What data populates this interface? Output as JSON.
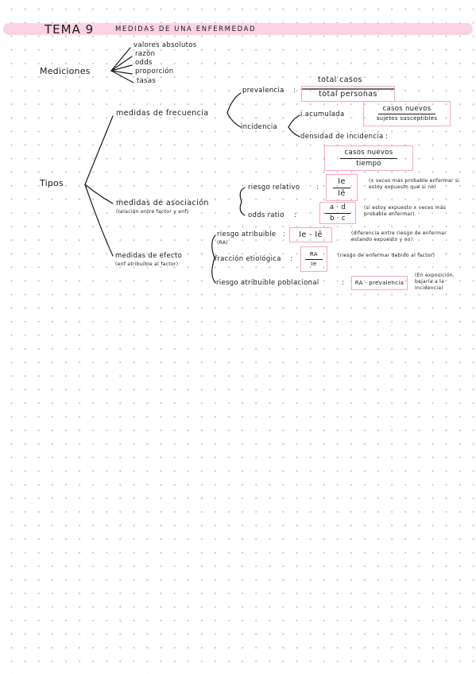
{
  "header": {
    "tema": "TEMA 9",
    "subtitle": "MEDIDAS DE UNA ENFERMEDAD"
  },
  "mediciones": {
    "label": "Mediciones",
    "items": [
      "valores absolutos",
      "razón",
      "odds",
      "proporción",
      "tasas"
    ]
  },
  "tipos": {
    "label": "Tipos",
    "frecuencia": {
      "label": "medidas de frecuencia",
      "prevalencia": {
        "label": "prevalencia",
        "numerator": "total casos",
        "denominator": "total personas"
      },
      "incidencia": {
        "label": "incidencia",
        "acumulada": {
          "label": "i.acumulada",
          "numerator": "casos nuevos",
          "denominator": "sujetos susceptibles"
        },
        "densidad": {
          "label": "densidad de incidencia",
          "numerator": "casos nuevos",
          "denominator": "tiempo"
        }
      }
    },
    "asociacion": {
      "label": "medidas de asociación",
      "sublabel": "(relación entre factor y enf)",
      "riesgo_relativo": {
        "label": "riesgo relativo",
        "numerator": "Ie",
        "denominator": "Iē",
        "note": "(x veces más probable enfermar si estoy expuesto que si no)"
      },
      "odds_ratio": {
        "label": "odds ratio",
        "numerator": "a · d",
        "denominator": "b · c",
        "note": "(si estoy expuesto x veces más probable enfermar)."
      }
    },
    "efecto": {
      "label": "medidas de efecto",
      "sublabel": "(enf atribuible al factor)",
      "riesgo_atribuible": {
        "label": "riesgo atribuible",
        "abbr": "(RA)",
        "formula": "Ie - Iē",
        "note": "(diferencia entre riesgo de enfermar estando expuesto y no)."
      },
      "fraccion_etiologica": {
        "label": "fracción etiológica",
        "numerator": "RA",
        "denominator": "Ie",
        "note": "(riesgo de enfermar debido al factor)"
      },
      "riesgo_poblacional": {
        "label": "riesgo atribuible poblacional",
        "formula": "RA · prevalencia",
        "note": "(En exposición, bajaría a la incidencia)"
      }
    }
  }
}
